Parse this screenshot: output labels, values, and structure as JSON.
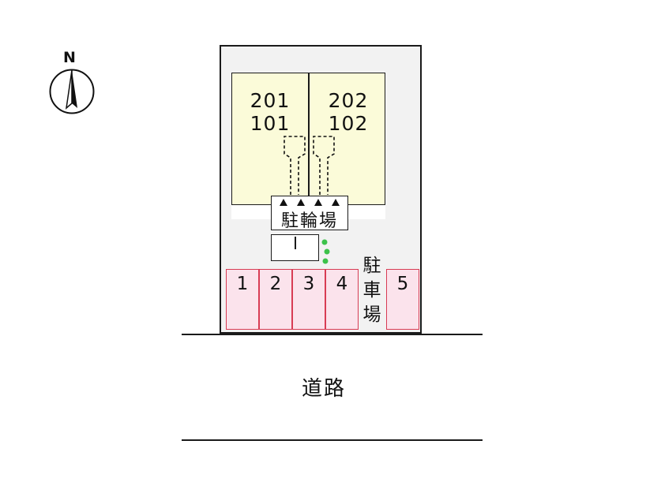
{
  "compass": {
    "north_label": "N"
  },
  "building": {
    "units": [
      {
        "upper": "201",
        "lower": "101"
      },
      {
        "upper": "202",
        "lower": "102"
      }
    ]
  },
  "bicycle_parking": {
    "label": "駐輪場"
  },
  "parking": {
    "label": "駐車場",
    "spaces": [
      "1",
      "2",
      "3",
      "4",
      "5"
    ]
  },
  "road": {
    "label": "道路"
  },
  "colors": {
    "building_fill": "#fbfbd9",
    "parking_fill": "#fbe3ec",
    "parking_border": "#d83c54",
    "site_fill": "#f2f2f2",
    "shrub": "#3cc24a"
  }
}
